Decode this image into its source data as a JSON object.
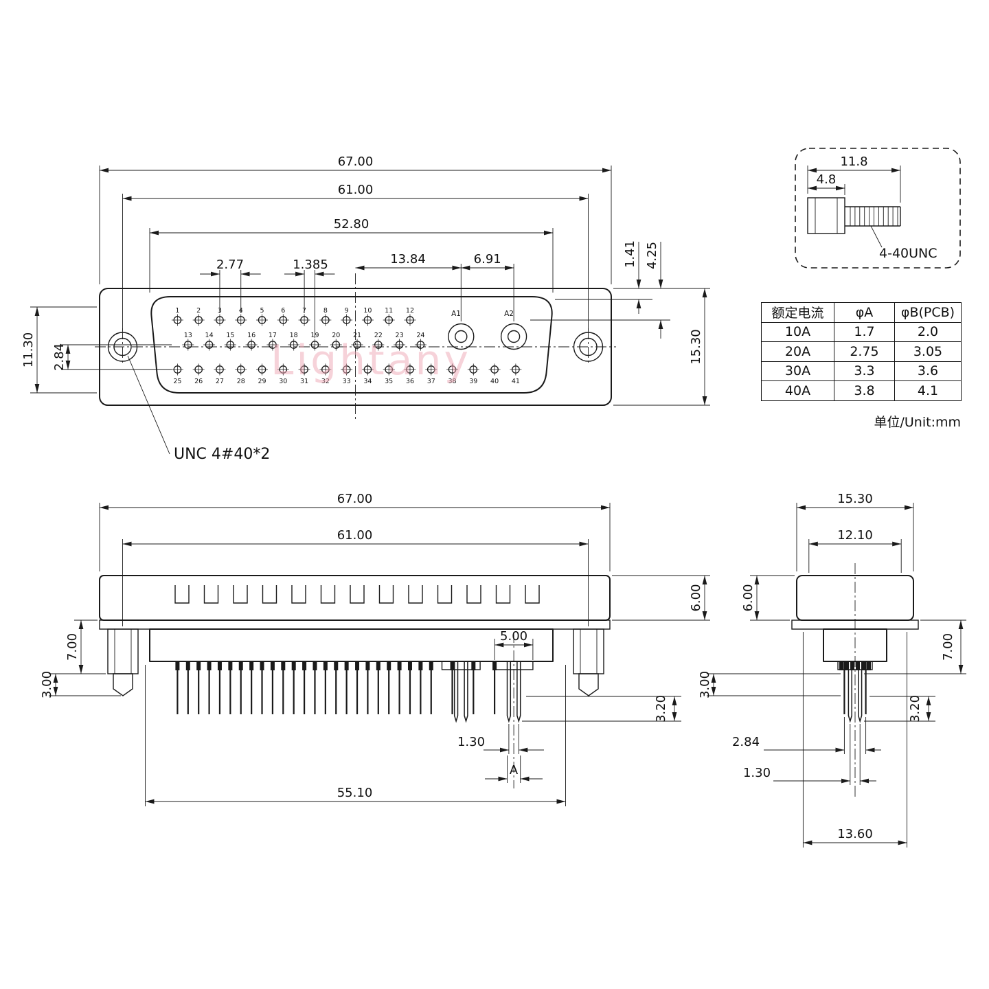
{
  "watermark": "Lightany",
  "front_view": {
    "dim_67": "67.00",
    "dim_61": "61.00",
    "dim_528": "52.80",
    "dim_277": "2.77",
    "dim_1385": "1.385",
    "dim_1384": "13.84",
    "dim_691": "6.91",
    "dim_141": "1.41",
    "dim_425": "4.25",
    "dim_1530": "15.30",
    "dim_1130": "11.30",
    "dim_284": "2.84",
    "unc_label": "UNC 4#40*2",
    "power_labels": [
      "A1",
      "A2"
    ],
    "rows": {
      "row1": [
        "1",
        "2",
        "3",
        "4",
        "5",
        "6",
        "7",
        "8",
        "9",
        "10",
        "11",
        "12"
      ],
      "row2": [
        "13",
        "14",
        "15",
        "16",
        "17",
        "18",
        "19",
        "20",
        "21",
        "22",
        "23",
        "24"
      ],
      "row3": [
        "25",
        "26",
        "27",
        "28",
        "29",
        "30",
        "31",
        "32",
        "33",
        "34",
        "35",
        "36",
        "37",
        "38",
        "39",
        "40",
        "41"
      ]
    }
  },
  "screw_detail": {
    "dim_118": "11.8",
    "dim_48": "4.8",
    "thread_label": "4-40UNC"
  },
  "spec_table": {
    "headers": [
      "额定电流",
      "φA",
      "φB(PCB)"
    ],
    "rows": [
      [
        "10A",
        "1.7",
        "2.0"
      ],
      [
        "20A",
        "2.75",
        "3.05"
      ],
      [
        "30A",
        "3.3",
        "3.6"
      ],
      [
        "40A",
        "3.8",
        "4.1"
      ]
    ],
    "unit_note": "单位/Unit:mm"
  },
  "bottom_view": {
    "dim_67": "67.00",
    "dim_61": "61.00",
    "dim_600": "6.00",
    "dim_700": "7.00",
    "dim_300": "3.00",
    "dim_500": "5.00",
    "dim_130": "1.30",
    "dim_A": "A",
    "dim_5510": "55.10",
    "dim_320": "3.20"
  },
  "side_view": {
    "dim_1530": "15.30",
    "dim_1210": "12.10",
    "dim_600": "6.00",
    "dim_700": "7.00",
    "dim_300": "3.00",
    "dim_320": "3.20",
    "dim_284": "2.84",
    "dim_130": "1.30",
    "dim_1360": "13.60"
  }
}
